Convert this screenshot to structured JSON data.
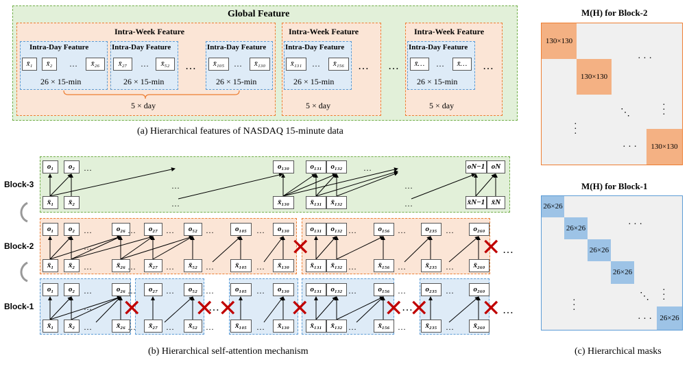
{
  "panel_a": {
    "global_title": "Global Feature",
    "week_title": "Intra-Week Feature",
    "day_title": "Intra-Day Feature",
    "day_sub": "26 × 15-min",
    "week_sub": "5 × day",
    "ellipsis": "…",
    "weeks": [
      {
        "days": [
          {
            "cells": [
              "x̄₁",
              "x̄₂",
              "x̄₂₆"
            ]
          },
          {
            "cells": [
              "x̄₂₇",
              "x̄₅₂"
            ]
          },
          {
            "cells": [
              "x̄₁₀₅",
              "x̄₁₃₀"
            ]
          }
        ]
      },
      {
        "days": [
          {
            "cells": [
              "x̄₁₃₁",
              "x̄₁₅₆"
            ]
          }
        ]
      },
      {
        "days": [
          {
            "cells": [
              "x̄…",
              "x̄…"
            ]
          }
        ]
      }
    ],
    "caption": "(a) Hierarchical features of NASDAQ 15-minute data"
  },
  "panel_b": {
    "block3": {
      "name": "Block-3",
      "outputs": [
        "o₁",
        "o₂",
        "o₁₃₀",
        "o₁₃₁",
        "o₁₃₂",
        "oN−1",
        "oN"
      ],
      "inputs": [
        "x̄₁",
        "x̄₂",
        "x̄₁₃₀",
        "x̄₁₃₁",
        "x̄₁₃₂",
        "x̄N−1",
        "x̄N"
      ]
    },
    "block2": {
      "name": "Block-2",
      "outputs": [
        "o₁",
        "o₂",
        "o₂₆",
        "o₂₇",
        "o₅₂",
        "o₁₀₅",
        "o₁₃₀",
        "o₁₃₁",
        "o₁₃₂",
        "o₁₅₆",
        "o₂₃₅",
        "o₂₆₀"
      ],
      "inputs": [
        "x̄₁",
        "x̄₂",
        "x̄₂₆",
        "x̄₂₇",
        "x̄₅₂",
        "x̄₁₀₅",
        "x̄₁₃₀",
        "x̄₁₃₁",
        "x̄₁₃₂",
        "x̄₁₅₆",
        "x̄₂₃₅",
        "x̄₂₆₀"
      ]
    },
    "block1": {
      "name": "Block-1",
      "outputs": [
        "o₁",
        "o₂",
        "o₂₆",
        "o₂₇",
        "o₅₂",
        "o₁₀₅",
        "o₁₃₀",
        "o₁₃₁",
        "o₁₃₂",
        "o₁₅₆",
        "o₂₃₅",
        "o₂₆₀"
      ],
      "inputs": [
        "x̄₁",
        "x̄₂",
        "x̄₂₆",
        "x̄₂₇",
        "x̄₅₂",
        "x̄₁₀₅",
        "x̄₁₃₀",
        "x̄₁₃₁",
        "x̄₁₃₂",
        "x̄₁₅₆",
        "x̄₂₃₅",
        "x̄₂₆₀"
      ]
    },
    "caption": "(b) Hierarchical self-attention mechanism"
  },
  "panel_c": {
    "mask2_title": "M(H) for Block-2",
    "mask2_cell": "130×130",
    "mask1_title": "M(H) for Block-1",
    "mask1_cell": "26×26",
    "colors": {
      "orange": "#f4b183",
      "blue": "#9dc3e6",
      "grey": "#f0f0f0"
    },
    "caption": "(c) Hierarchical masks"
  }
}
